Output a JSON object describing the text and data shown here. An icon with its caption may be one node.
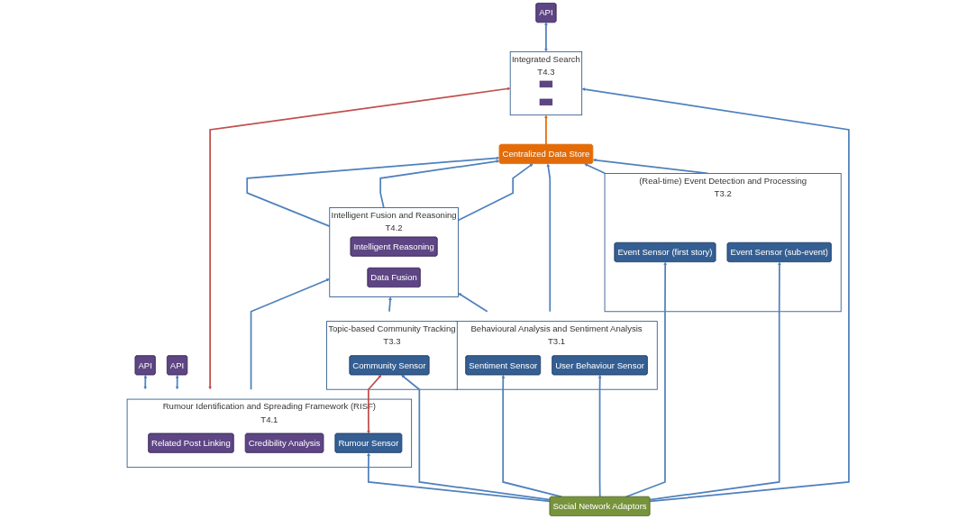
{
  "diagram": {
    "nodes": [
      {
        "text": [
          "API"
        ]
      },
      {
        "text": [
          "API"
        ]
      },
      {
        "text": [
          "API"
        ]
      },
      {
        "text": [
          "Centralized Data Store"
        ]
      },
      {
        "text": [
          "Integrated Search",
          "T4.3"
        ]
      },
      {
        "text": [],
        "shape": "box",
        "in": 4
      },
      {
        "text": [],
        "shape": "box",
        "in": 4
      },
      {
        "text": [
          "Intelligent Fusion and Reasoning",
          "T4.2"
        ]
      },
      {
        "text": [
          "Intelligent Reasoning"
        ],
        "in": 7
      },
      {
        "text": [
          "Data Fusion"
        ],
        "in": 7
      },
      {
        "text": [
          "Rumour Identification and Spreading Framework (RISF)",
          "T4.1"
        ]
      },
      {
        "text": [
          "Related Post Linking"
        ],
        "in": 10
      },
      {
        "text": [
          "Credibility Analysis"
        ],
        "in": 10
      },
      {
        "text": [
          "Rumour Sensor"
        ],
        "in": 10
      },
      {
        "text": [
          "Topic-based Community Tracking",
          "T3.3"
        ]
      },
      {
        "text": [
          "Community Sensor"
        ],
        "in": 14
      },
      {
        "text": [
          "Behavioural Analysis and Sentiment Analysis",
          "T3.1"
        ]
      },
      {
        "text": [
          "Sentiment Sensor"
        ],
        "in": 16
      },
      {
        "text": [
          "User Behaviour Sensor"
        ],
        "in": 16
      },
      {
        "text": [
          "(Real-time) Event Detection and Processing",
          "T3.2"
        ]
      },
      {
        "text": [
          "Event Sensor (first story)"
        ],
        "in": 19
      },
      {
        "text": [
          "Event Sensor (sub-event)"
        ],
        "in": 19
      },
      {
        "text": [
          "Social Network Adaptors"
        ]
      }
    ],
    "edges": [
      {
        "from": 4,
        "to": 0,
        "arrow": "both"
      },
      {
        "from": 10,
        "to": 1,
        "arrow": "both"
      },
      {
        "from": 10,
        "to": 2,
        "arrow": "both"
      },
      {
        "from": 3,
        "to": 4,
        "arrow": "to",
        "color": "#e36c09"
      },
      {
        "from": 10,
        "to": 4,
        "arrow": "both",
        "color": "#c0504d"
      },
      {
        "from": 10,
        "to": 7,
        "arrow": "to"
      },
      {
        "from": 14,
        "to": 7,
        "arrow": "to"
      },
      {
        "from": 16,
        "to": 7,
        "arrow": "to"
      },
      {
        "from": 7,
        "to": 3,
        "arrow": "to"
      },
      {
        "from": 7,
        "to": 3,
        "arrow": "to"
      },
      {
        "from": 7,
        "to": 3,
        "arrow": "to"
      },
      {
        "from": 16,
        "to": 3,
        "arrow": "to"
      },
      {
        "from": 19,
        "to": 3,
        "arrow": "to"
      },
      {
        "from": 19,
        "to": 3,
        "arrow": "to"
      },
      {
        "from": 13,
        "to": 15,
        "arrow": "both",
        "color": "#c0504d"
      },
      {
        "from": 22,
        "to": 4,
        "arrow": "to"
      },
      {
        "from": 22,
        "to": 13,
        "arrow": "to"
      },
      {
        "from": 22,
        "to": 15,
        "arrow": "to"
      },
      {
        "from": 22,
        "to": 17,
        "arrow": "to"
      },
      {
        "from": 22,
        "to": 18,
        "arrow": "to"
      },
      {
        "from": 22,
        "to": 20,
        "arrow": "to"
      },
      {
        "from": 22,
        "to": 21,
        "arrow": "to"
      }
    ]
  }
}
